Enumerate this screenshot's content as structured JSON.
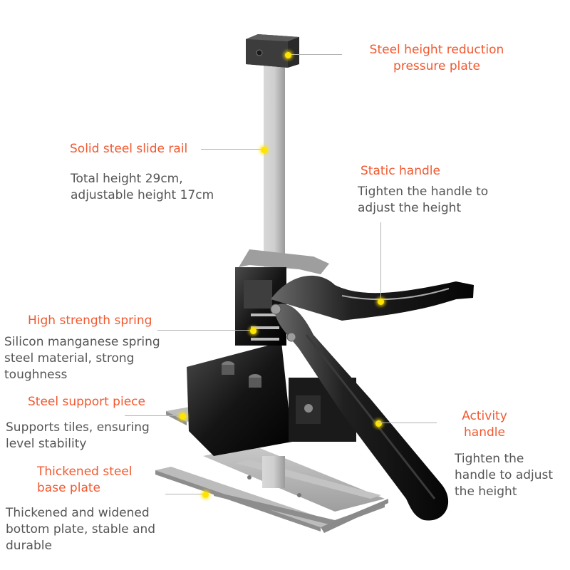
{
  "colors": {
    "title": "#f2582f",
    "description": "#555555",
    "leader_line": "#b3b3b3",
    "marker": "#ffe400",
    "steel": "#b9b9b9",
    "handle_black": "#111111"
  },
  "product": {
    "name": "tile height adjuster / leveling lifter",
    "icon": "tile-lifter-tool-illustration"
  },
  "callouts": {
    "pressure_plate": {
      "title": "Steel height reduction pressure plate"
    },
    "slide_rail": {
      "title": "Solid steel slide rail",
      "description_line1": "Total height 29cm,",
      "description_line2": "adjustable height 17cm"
    },
    "static_handle": {
      "title": "Static handle",
      "description_line1": "Tighten the handle to",
      "description_line2": "adjust the height"
    },
    "spring": {
      "title": "High strength spring",
      "description_line1": "Silicon manganese spring",
      "description_line2": "steel material, strong",
      "description_line3": "toughness"
    },
    "support_piece": {
      "title": "Steel support piece",
      "description_line1": "Supports tiles, ensuring",
      "description_line2": "level stability"
    },
    "base_plate": {
      "title_line1": "Thickened steel",
      "title_line2": "base plate",
      "description_line1": "Thickened and widened",
      "description_line2": "bottom plate, stable and",
      "description_line3": "durable"
    },
    "activity_handle": {
      "title_line1": "Activity",
      "title_line2": "handle",
      "description_line1": "Tighten the",
      "description_line2": "handle to adjust",
      "description_line3": "the height"
    }
  }
}
